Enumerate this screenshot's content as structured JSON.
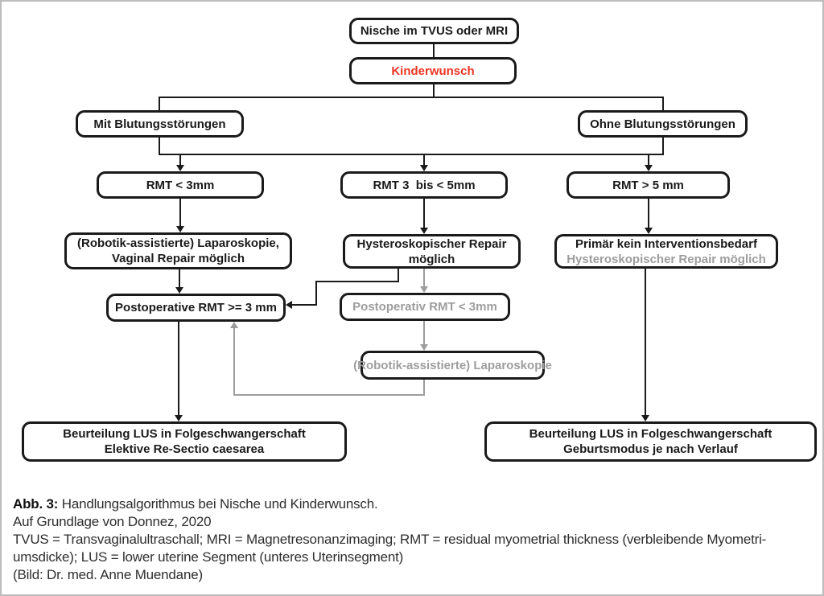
{
  "colors": {
    "highlight_red": "#ee3524",
    "secondary_gray": "#9d9d9d",
    "line_black": "#1a1a1a"
  },
  "flowchart": {
    "nodes": {
      "nische": {
        "label": "Nische im TVUS oder MRI"
      },
      "kinderwunsch": {
        "label": "Kinderwunsch"
      },
      "mit_blutung": {
        "label": "Mit Blutungsstörungen"
      },
      "ohne_blutung": {
        "label": "Ohne Blutungsstörungen"
      },
      "rmt_lt3": {
        "label": "RMT < 3mm"
      },
      "rmt_3_5": {
        "label": "RMT 3  bis < 5mm"
      },
      "rmt_gt5": {
        "label": "RMT > 5 mm"
      },
      "laparoskopie_vaginal": {
        "line1": "(Robotik-assistierte) Laparoskopie,",
        "line2": "Vaginal Repair möglich"
      },
      "hysteroskopie": {
        "line1": "Hysteroskopischer Repair",
        "line2": "möglich"
      },
      "primaer": {
        "line1": "Primär kein Interventionsbedarf",
        "line2": "Hysteroskopischer Repair möglich"
      },
      "postop_ge3": {
        "label": "Postoperative RMT >= 3 mm"
      },
      "postop_lt3": {
        "label": "Postoperativ RMT < 3mm"
      },
      "laparoskopie2": {
        "label": "(Robotik-assistierte) Laparoskopie"
      },
      "beurteilung_links": {
        "line1": "Beurteilung LUS in Folgeschwangerschaft",
        "line2": "Elektive Re-Sectio caesarea"
      },
      "beurteilung_rechts": {
        "line1": "Beurteilung LUS in Folgeschwangerschaft",
        "line2": "Geburtsmodus je nach Verlauf"
      }
    }
  },
  "caption": {
    "fig_label": "Abb. 3:",
    "fig_title": "Handlungsalgorithmus bei Nische und Kinderwunsch.",
    "source_line": "Auf Grundlage von Donnez, 2020",
    "abbrev_line1": "TVUS = Transvaginalultraschall; MRI = Magnetresonanzimaging; RMT = residual myometrial thickness (verbleibende Myometri-",
    "abbrev_line2": "umsdicke); LUS = lower uterine Segment (unteres Uterinsegment)",
    "credit_line": "(Bild: Dr. med. Anne Muendane)"
  }
}
